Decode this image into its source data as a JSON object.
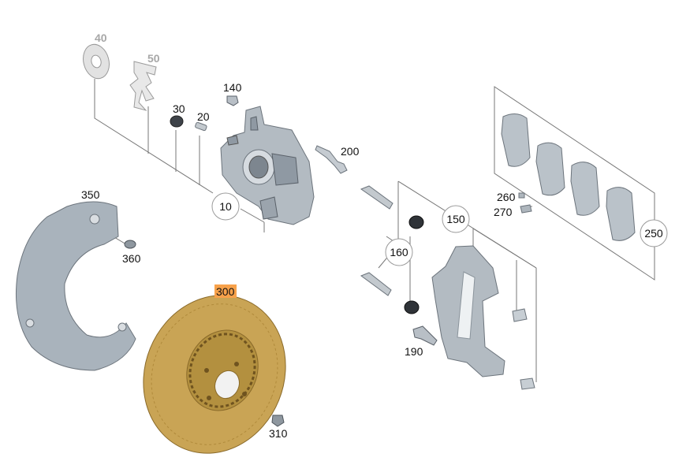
{
  "diagram": {
    "parts": [
      {
        "id": "p40",
        "label": "40",
        "greyed": true
      },
      {
        "id": "p50",
        "label": "50",
        "greyed": true
      },
      {
        "id": "p30",
        "label": "30"
      },
      {
        "id": "p20",
        "label": "20"
      },
      {
        "id": "p140",
        "label": "140"
      },
      {
        "id": "p200",
        "label": "200"
      },
      {
        "id": "p10",
        "label": "10",
        "circled": true
      },
      {
        "id": "p350",
        "label": "350"
      },
      {
        "id": "p360",
        "label": "360"
      },
      {
        "id": "p300",
        "label": "300",
        "highlighted": true
      },
      {
        "id": "p310",
        "label": "310"
      },
      {
        "id": "p160",
        "label": "160",
        "circled": true
      },
      {
        "id": "p150",
        "label": "150",
        "circled": true
      },
      {
        "id": "p190",
        "label": "190"
      },
      {
        "id": "p260",
        "label": "260"
      },
      {
        "id": "p270",
        "label": "270"
      },
      {
        "id": "p250",
        "label": "250",
        "circled": true
      }
    ],
    "colors": {
      "highlight": "#f7a14a",
      "disc": "#c9a455",
      "disc_dark": "#8a6a2a",
      "metal": "#b3bbc2",
      "greyed_label": "#a7a7a7"
    }
  }
}
